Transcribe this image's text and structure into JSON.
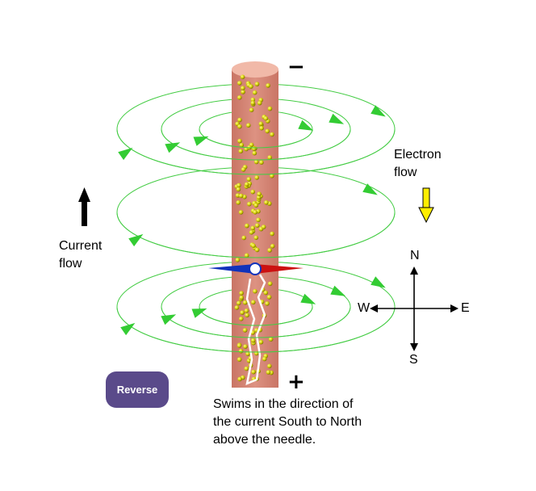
{
  "labels": {
    "electron_flow": [
      "Electron",
      "flow"
    ],
    "current_flow": [
      "Current",
      "flow"
    ],
    "caption": [
      "Swims in the direction of",
      "the current South to North",
      "above the needle."
    ],
    "minus": "−",
    "plus": "+"
  },
  "button": {
    "reverse": "Reverse"
  },
  "compass": {
    "north": "N",
    "south": "S",
    "east": "E",
    "west": "W"
  },
  "colors": {
    "wire": "#d98a7a",
    "wire_top": "#f1b9a8",
    "field": "#44cc44",
    "electron": "#d8d000",
    "needle_north": "#cc1111",
    "needle_south": "#1133bb",
    "electron_arrow": "#ffee00",
    "button": "#5a4a8a"
  },
  "icons": {
    "current_arrow": "arrow-up-icon",
    "electron_arrow": "arrow-down-icon",
    "compass": "compass-rose-icon"
  }
}
